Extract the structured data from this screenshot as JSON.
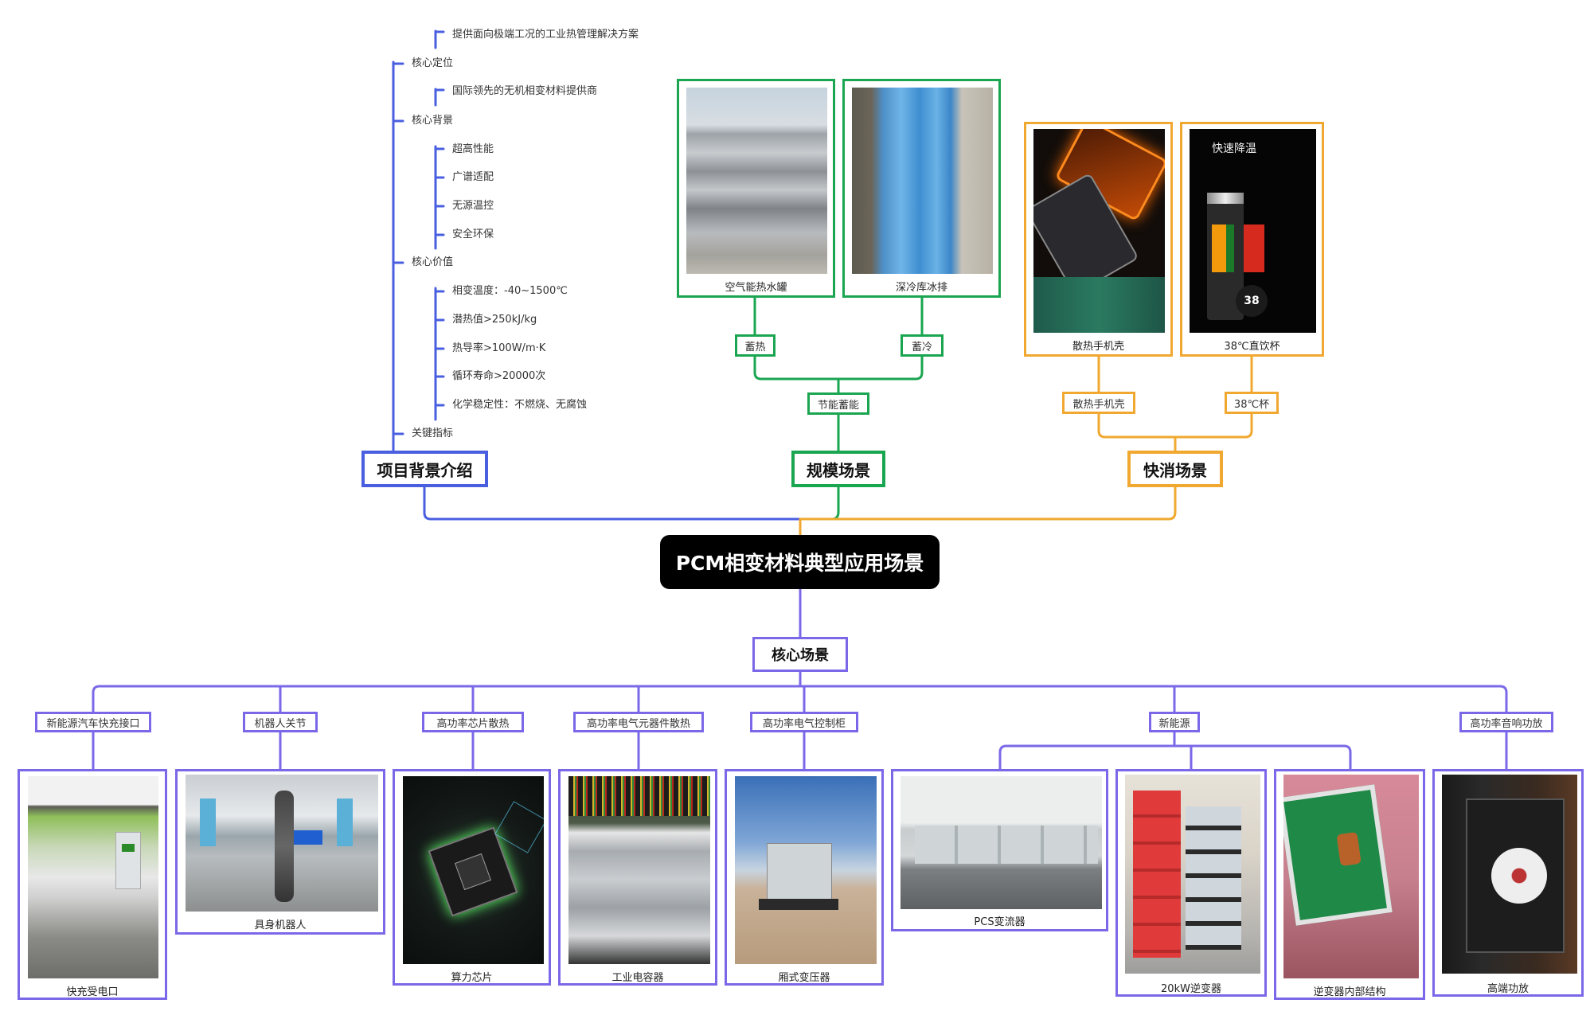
{
  "center": {
    "title": "PCM相变材料典型应用场景"
  },
  "colors": {
    "blue": "#4a5fe0",
    "green": "#1aa550",
    "orange": "#f0a830",
    "purple": "#7b68e8",
    "center_bg": "#000000"
  },
  "background": {
    "title": "项目背景介绍",
    "groups": [
      {
        "label": "核心定位",
        "children": [
          "提供面向极端工况的工业热管理解决方案"
        ]
      },
      {
        "label": "核心背景",
        "children": [
          "国际领先的无机相变材料提供商"
        ]
      },
      {
        "label": "核心价值",
        "children": [
          "超高性能",
          "广谱适配",
          "无源温控",
          "安全环保"
        ]
      },
      {
        "label": "关键指标",
        "children": [
          "相变温度：-40~1500℃",
          "潜热值>250kJ/kg",
          "热导率>100W/m·K",
          "循环寿命>20000次",
          "化学稳定性：不燃烧、无腐蚀"
        ]
      }
    ]
  },
  "scale": {
    "title": "规模场景",
    "hub": "节能蓄能",
    "branches": [
      {
        "label": "蓄热",
        "card_caption": "空气能热水罐",
        "image": "stainless-steel-water-tank-photo"
      },
      {
        "label": "蓄冷",
        "card_caption": "深冷库冰排",
        "image": "cold-storage-ice-packs-photo"
      }
    ]
  },
  "consumer": {
    "title": "快消场景",
    "branches": [
      {
        "label": "散热手机壳",
        "card_caption": "散热手机壳",
        "image": "cooling-phone-case-photo"
      },
      {
        "label": "38℃杯",
        "card_caption": "38℃直饮杯",
        "image": "thermos-cup-photo",
        "image_text": [
          "快速降温",
          "38"
        ]
      }
    ]
  },
  "core": {
    "title": "核心场景",
    "categories": [
      {
        "label": "新能源汽车快充接口",
        "cards": [
          {
            "caption": "快充受电口",
            "image": "ev-charger-photo"
          }
        ]
      },
      {
        "label": "机器人关节",
        "cards": [
          {
            "caption": "具身机器人",
            "image": "humanoid-robot-photo"
          }
        ]
      },
      {
        "label": "高功率芯片散热",
        "cards": [
          {
            "caption": "算力芯片",
            "image": "gpu-chip-photo"
          }
        ]
      },
      {
        "label": "高功率电气元器件散热",
        "cards": [
          {
            "caption": "工业电容器",
            "image": "industrial-capacitors-photo"
          }
        ]
      },
      {
        "label": "高功率电气控制柜",
        "cards": [
          {
            "caption": "厢式变压器",
            "image": "box-transformer-photo"
          }
        ]
      },
      {
        "label": "新能源",
        "cards": [
          {
            "caption": "PCS变流器",
            "image": "pcs-converter-photo"
          },
          {
            "caption": "20kW逆变器",
            "image": "inverters-photo"
          },
          {
            "caption": "逆变器内部结构",
            "image": "inverter-internal-photo"
          }
        ]
      },
      {
        "label": "高功率音响功放",
        "cards": [
          {
            "caption": "高端功放",
            "image": "power-amplifier-photo"
          }
        ]
      }
    ]
  }
}
